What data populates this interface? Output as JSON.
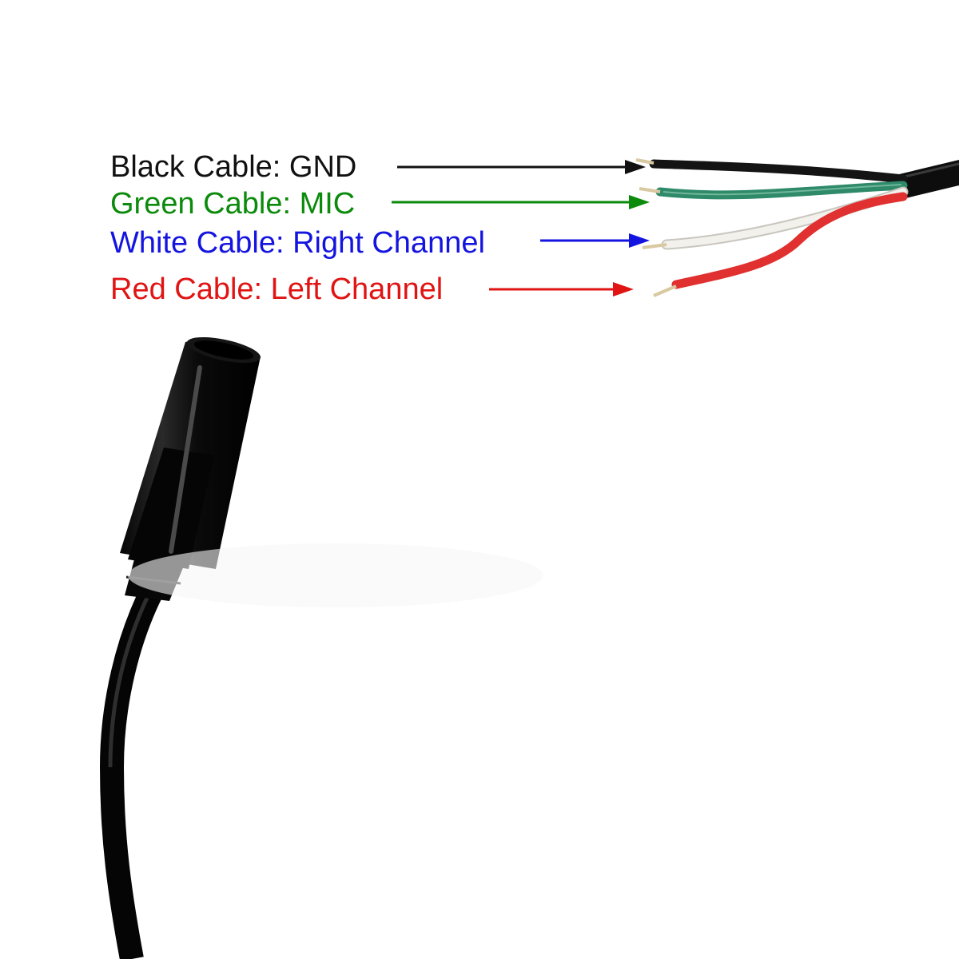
{
  "wire_labels": [
    {
      "id": "black",
      "text": "Black Cable: GND",
      "color": "#111111"
    },
    {
      "id": "green",
      "text": "Green Cable: MIC",
      "color": "#0b8a0b"
    },
    {
      "id": "white",
      "text": "White Cable: Right Channel",
      "color": "#1414e0"
    },
    {
      "id": "red",
      "text": "Red Cable: Left Channel",
      "color": "#e11414"
    }
  ],
  "colors": {
    "background": "#ffffff",
    "cable_jacket": "#0d0d0d",
    "black_wire": "#141414",
    "green_wire": "#2f8a6a",
    "white_wire": "#f1efea",
    "red_wire": "#e0302f",
    "copper_tip": "#d8c9a0"
  },
  "icons": [
    "arrow-icon",
    "audio-jack-icon"
  ]
}
